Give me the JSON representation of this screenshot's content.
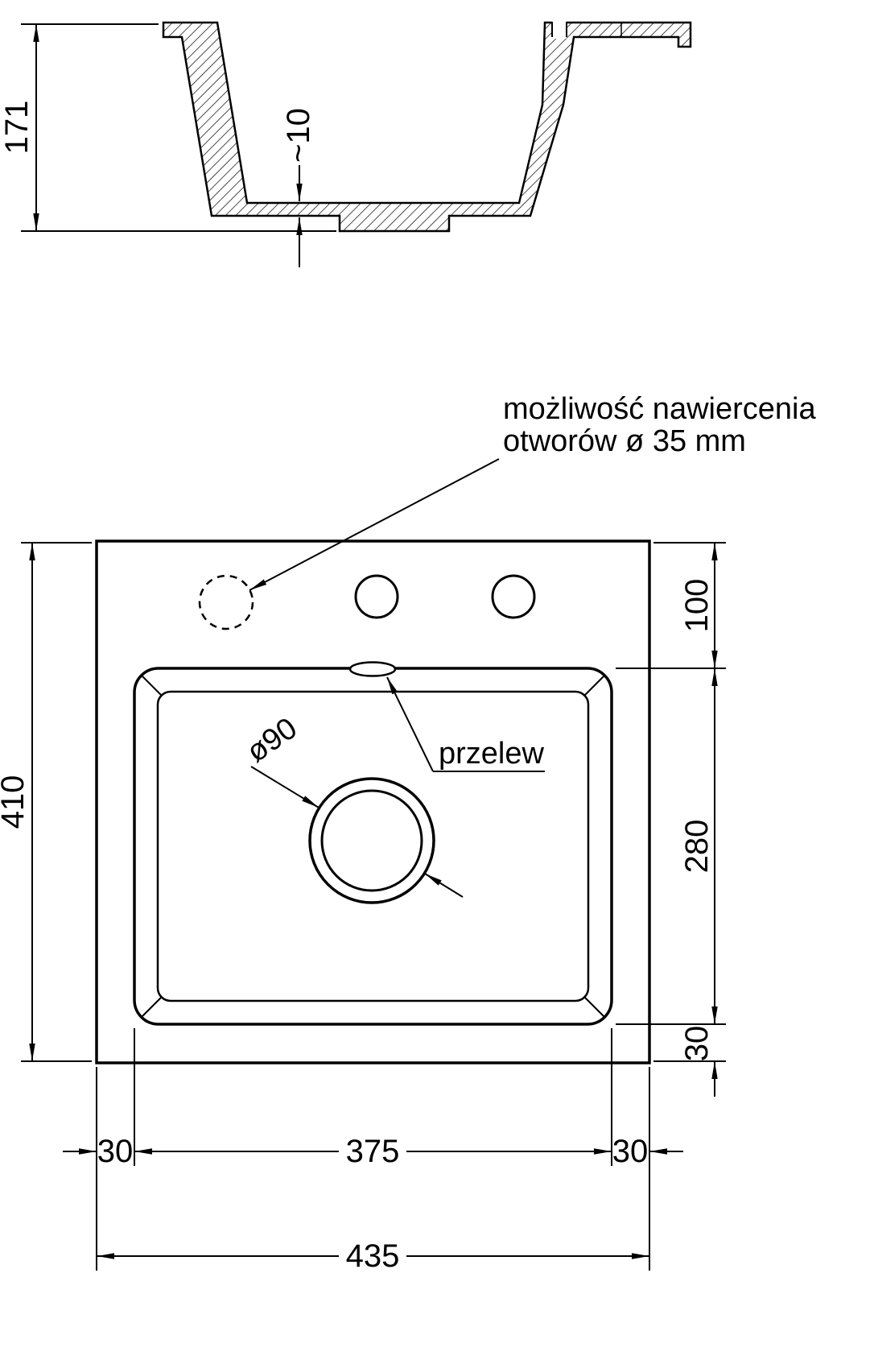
{
  "dims": {
    "depth": "171",
    "bottom_thickness": "~10",
    "plan_height": "410",
    "deck_depth": "100",
    "bowl_depth": "280",
    "bowl_bottom_margin": "30",
    "left_margin": "30",
    "bowl_width": "375",
    "right_margin": "30",
    "total_width": "435"
  },
  "notes": {
    "drill_line1": "możliwość nawiercenia",
    "drill_line2": "otworów ø 35 mm",
    "overflow": "przelew",
    "drain": "ø90"
  },
  "colors": {
    "ink": "#000000",
    "background": "#ffffff"
  }
}
